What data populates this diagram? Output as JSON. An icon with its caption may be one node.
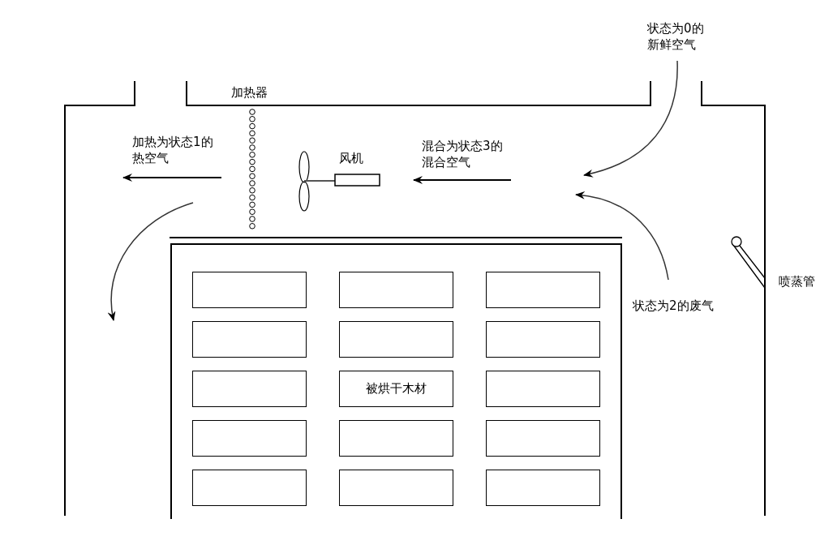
{
  "diagram": {
    "nodes": [
      {
        "text": [],
        "shape": "box"
      },
      {
        "text": [],
        "shape": "box",
        "in": 0
      },
      {
        "text": [],
        "shape": "box",
        "in": 0
      },
      {
        "text": [],
        "shape": "box",
        "in": 0
      },
      {
        "text": [],
        "shape": "box",
        "in": 0
      },
      {
        "text": [],
        "shape": "box",
        "in": 0
      },
      {
        "text": [],
        "shape": "box",
        "in": 0
      },
      {
        "text": [],
        "shape": "box",
        "in": 0
      },
      {
        "text": [
          "被烘干木材"
        ],
        "in": 0
      },
      {
        "text": [],
        "shape": "box",
        "in": 0
      },
      {
        "text": [],
        "shape": "box",
        "in": 0
      },
      {
        "text": [],
        "shape": "box",
        "in": 0
      },
      {
        "text": [],
        "shape": "box",
        "in": 0
      },
      {
        "text": [],
        "shape": "box",
        "in": 0
      },
      {
        "text": [],
        "shape": "box",
        "in": 0
      },
      {
        "text": [],
        "shape": "box",
        "in": 0
      }
    ],
    "edges": [],
    "labels": [
      "状态为0的新鲜空气",
      "加热器",
      "加热为状态1的热空气",
      "混合为状态3的混合空气",
      "风机",
      "喷蒸管",
      "状态为2的废气"
    ]
  }
}
